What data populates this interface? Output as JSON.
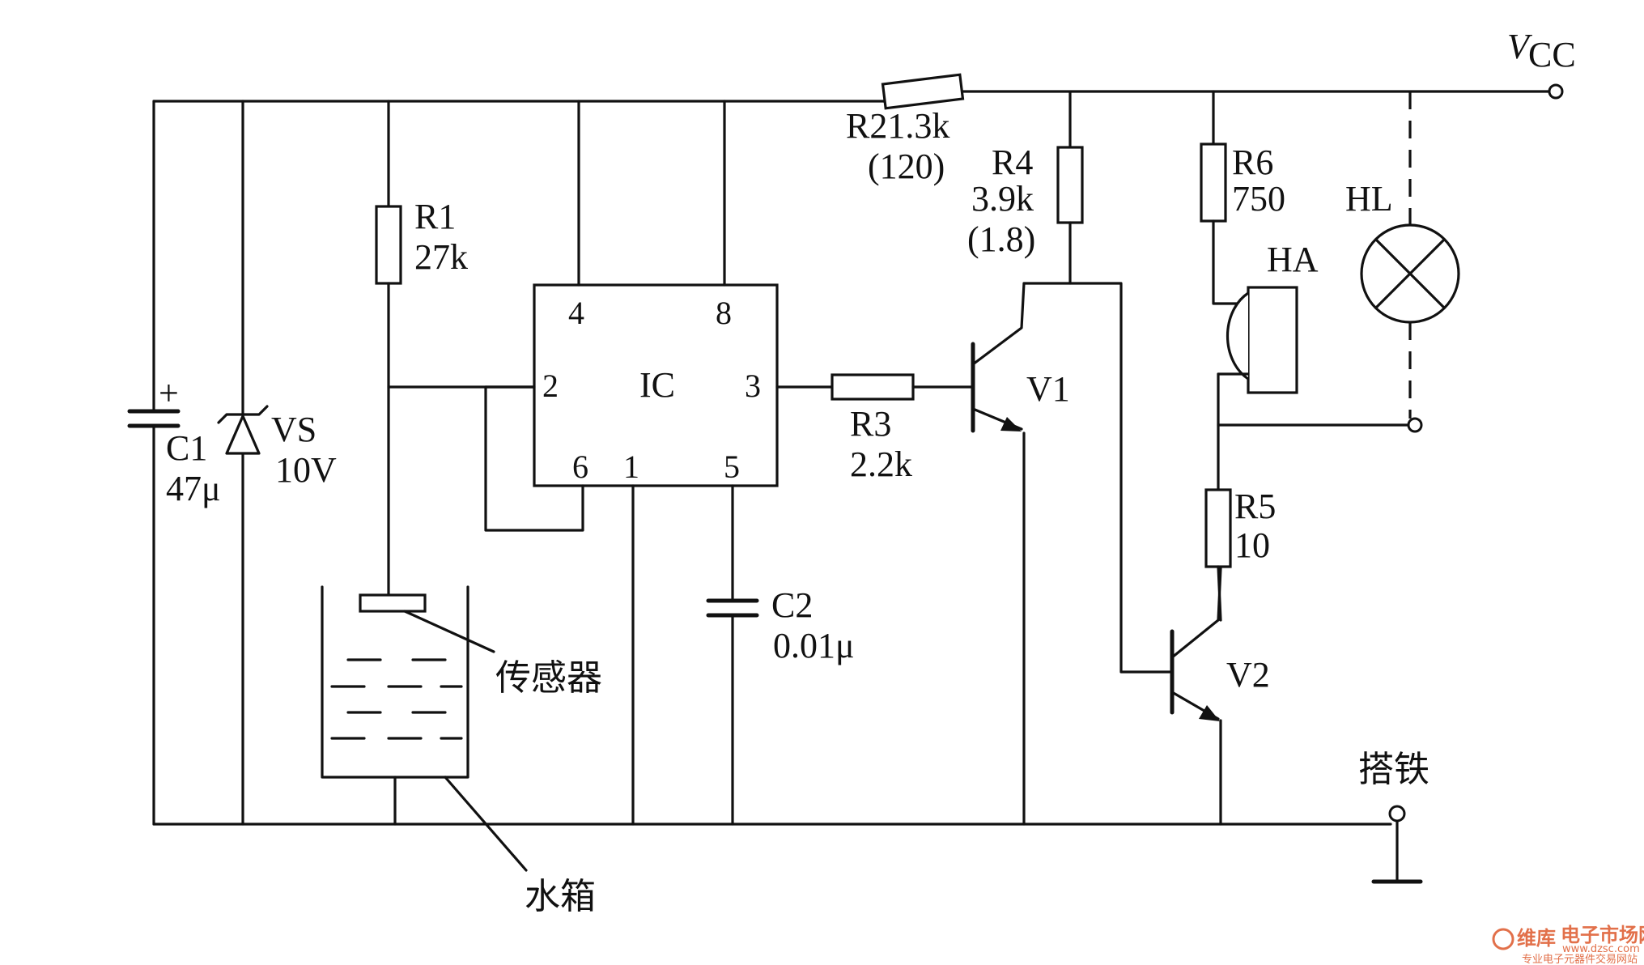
{
  "labels": {
    "vcc": "V",
    "vcc_sub": "CC",
    "c1_name": "C1",
    "c1_value": "47μ",
    "c1_polarity": "+",
    "vs_name": "VS",
    "vs_value": "10V",
    "r1_name": "R1",
    "r1_value": "27k",
    "r2_label": "R21.3k",
    "r2_alt": "(120)",
    "r3_name": "R3",
    "r3_value": "2.2k",
    "r4_name": "R4",
    "r4_value": "3.9k",
    "r4_alt": "(1.8)",
    "r5_name": "R5",
    "r5_value": "10",
    "r6_name": "R6",
    "r6_value": "750",
    "c2_name": "C2",
    "c2_value": "0.01μ",
    "ic_name": "IC",
    "v1_name": "V1",
    "v2_name": "V2",
    "ha_name": "HA",
    "hl_name": "HL",
    "sensor": "传感器",
    "tank": "水箱",
    "ground": "搭铁"
  },
  "ic_pins": {
    "p4": "4",
    "p8": "8",
    "p2": "2",
    "p3": "3",
    "p6": "6",
    "p1": "1",
    "p5": "5"
  },
  "watermark": {
    "brand": "维库",
    "site": "电子市场网",
    "domain": "www.dzsc.com",
    "tagline": "专业电子元器件交易网站"
  }
}
